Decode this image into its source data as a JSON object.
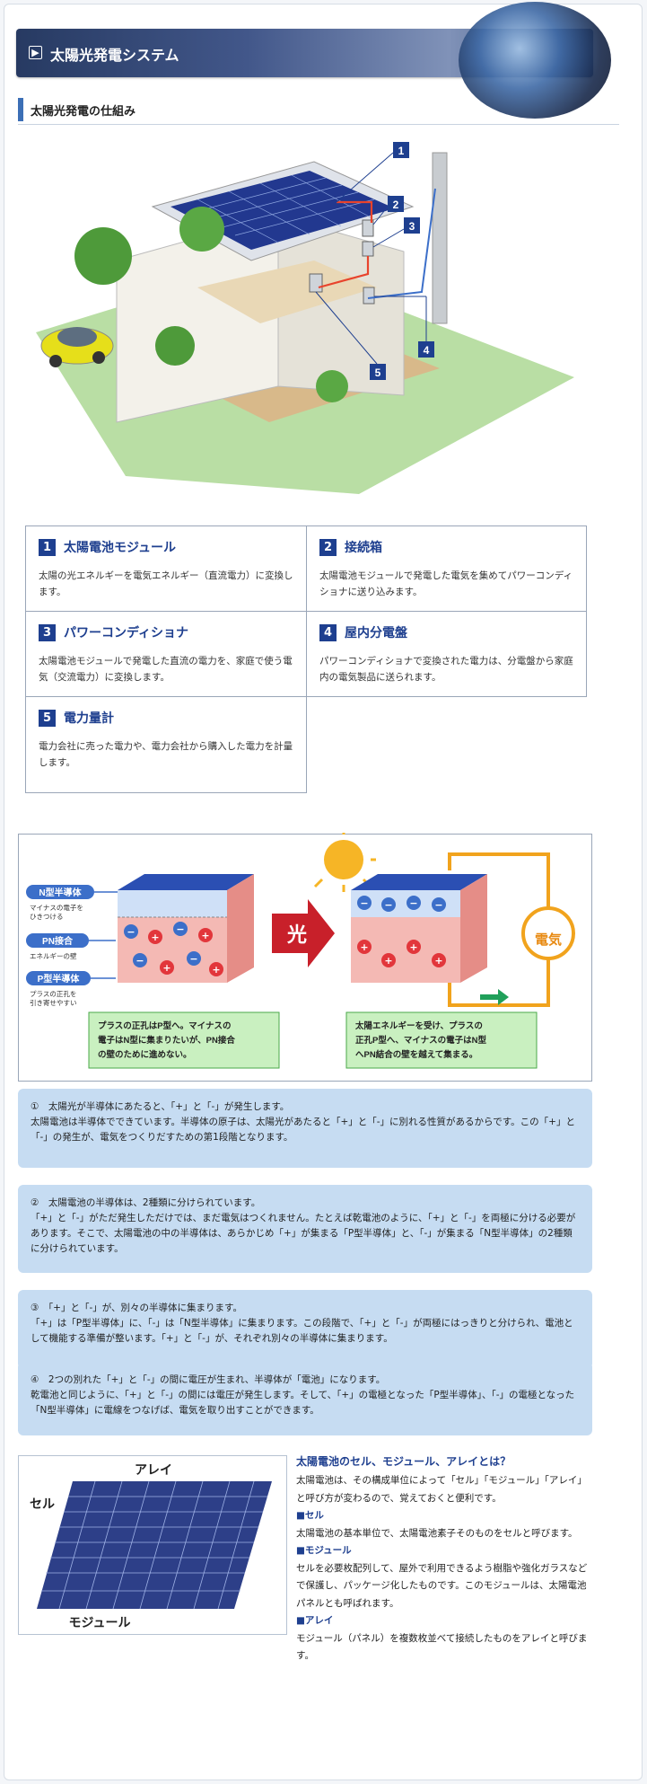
{
  "banner": {
    "bullet": "▶",
    "title": "太陽光発電システム"
  },
  "section": {
    "title": "太陽光発電の仕組み"
  },
  "house_labels": [
    "1",
    "2",
    "3",
    "4",
    "5"
  ],
  "parts": [
    {
      "num": "1",
      "title": "太陽電池モジュール",
      "desc": "太陽の光エネルギーを電気エネルギー（直流電力）に変換します。"
    },
    {
      "num": "2",
      "title": "接続箱",
      "desc": "太陽電池モジュールで発電した電気を集めてパワーコンディショナに送り込みます。"
    },
    {
      "num": "3",
      "title": "パワーコンディショナ",
      "desc": "太陽電池モジュールで発電した直流の電力を、家庭で使う電気（交流電力）に変換します。"
    },
    {
      "num": "4",
      "title": "屋内分電盤",
      "desc": "パワーコンディショナで変換された電力は、分電盤から家庭内の電気製品に送られます。"
    },
    {
      "num": "5",
      "title": "電力量計",
      "desc": "電力会社に売った電力や、電力会社から購入した電力を計量します。"
    }
  ],
  "mechanism": {
    "n_label": "N型半導体",
    "n_desc1": "マイナスの電子を",
    "n_desc2": "ひきつける",
    "pn_label": "PN接合",
    "pn_desc": "エネルギーの壁",
    "p_label": "P型半導体",
    "p_desc1": "プラスの正孔を",
    "p_desc2": "引き寄せやすい",
    "light": "光",
    "electricity": "電気",
    "note_left_1": "プラスの正孔はP型へ。マイナスの",
    "note_left_2": "電子はN型に集まりたいが、PN接合",
    "note_left_3": "の壁のために進めない。",
    "note_right_1": "太陽エネルギーを受け、プラスの",
    "note_right_2": "正孔P型へ、マイナスの電子はN型",
    "note_right_3": "へPN結合の壁を越えて集まる。",
    "minus": "−",
    "plus": "+"
  },
  "steps": [
    {
      "head": "①　太陽光が半導体にあたると、「+」と「-」が発生します。",
      "body": "太陽電池は半導体でできています。半導体の原子は、太陽光があたると「+」と「-」に別れる性質があるからです。この「+」と「-」の発生が、電気をつくりだすための第1段階となります。"
    },
    {
      "head": "②　太陽電池の半導体は、2種類に分けられています。",
      "body": "「+」と「-」がただ発生しただけでは、まだ電気はつくれません。たとえば乾電池のように、「+」と「-」を両極に分ける必要があります。そこで、太陽電池の中の半導体は、あらかじめ「+」が集まる「P型半導体」と、「-」が集まる「N型半導体」の2種類に分けられています。"
    },
    {
      "head": "③　「+」と「-」が、別々の半導体に集まります。",
      "body": "「+」は「P型半導体」に、「-」は「N型半導体」に集まります。この段階で、「+」と「-」が両極にはっきりと分けられ、電池として機能する準備が整います。「+」と「-」が、それぞれ別々の半導体に集まります。"
    },
    {
      "head": "④　2つの別れた「+」と「-」の間に電圧が生まれ、半導体が「電池」になります。",
      "body": "乾電池と同じように、「+」と「-」の間には電圧が発生します。そして、「+」の電極となった「P型半導体」、「-」の電極となった「N型半導体」に電線をつなげば、電気を取り出すことができます。"
    }
  ],
  "module_figure": {
    "array": "アレイ",
    "cell": "セル",
    "module": "モジュール"
  },
  "module_text": {
    "title": "太陽電池のセル、モジュール、アレイとは？",
    "intro": "太陽電池は、その構成単位によって「セル」「モジュール」「アレイ」と呼び方が変わるので、覚えておくと便利です。",
    "cell_head": "■セル",
    "cell_body": "太陽電池の基本単位で、太陽電池素子そのものをセルと呼びます。",
    "module_head": "■モジュール",
    "module_body": "セルを必要枚配列して、屋外で利用できるよう樹脂や強化ガラスなどで保護し、パッケージ化したものです。このモジュールは、太陽電池パネルとも呼ばれます。",
    "array_head": "■アレイ",
    "array_body": "モジュール（パネル）を複数枚並べて接続したものをアレイと呼びます。"
  },
  "colors": {
    "accent": "#1e3f8f",
    "step_bg": "#c6dcf2",
    "wire": "#e8432c"
  }
}
